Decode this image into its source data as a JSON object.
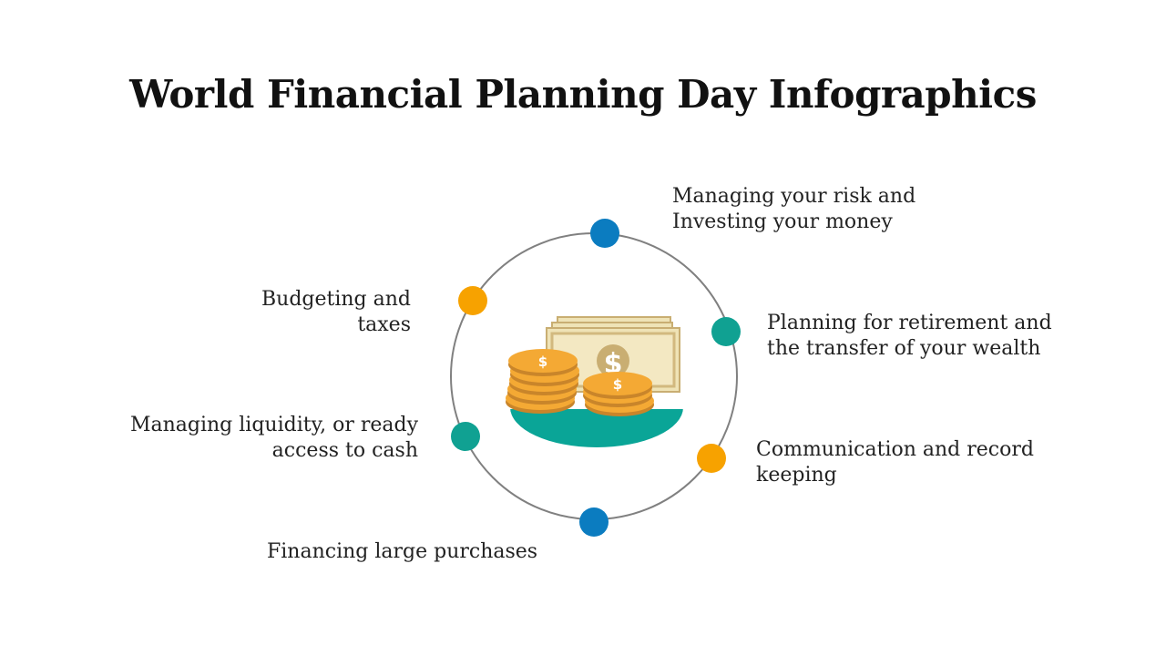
{
  "title": "World Financial Planning Day Infographics",
  "colors": {
    "blue": "#0b7cc0",
    "orange": "#f7a200",
    "teal": "#10a192",
    "ring": "#808080",
    "coin": "#f4a934",
    "coin_dark": "#c9852a",
    "bill": "#efe3b6",
    "bill_border": "#c9ae72",
    "base": "#0aa597"
  },
  "items": [
    {
      "line1": "Managing your risk and",
      "line2": "Investing your money",
      "dot_color": "blue"
    },
    {
      "line1": "Planning for retirement and",
      "line2": "the transfer of your wealth",
      "dot_color": "teal"
    },
    {
      "line1": "Communication and record",
      "line2": "keeping",
      "dot_color": "orange"
    },
    {
      "line1": "Financing large purchases",
      "line2": "",
      "dot_color": "blue"
    },
    {
      "line1": "Managing liquidity, or ready",
      "line2": "access to cash",
      "dot_color": "teal"
    },
    {
      "line1": "Budgeting and",
      "line2": "taxes",
      "dot_color": "orange"
    }
  ],
  "icons": {
    "center": "money-stack-icon",
    "dollar_symbol": "$"
  }
}
